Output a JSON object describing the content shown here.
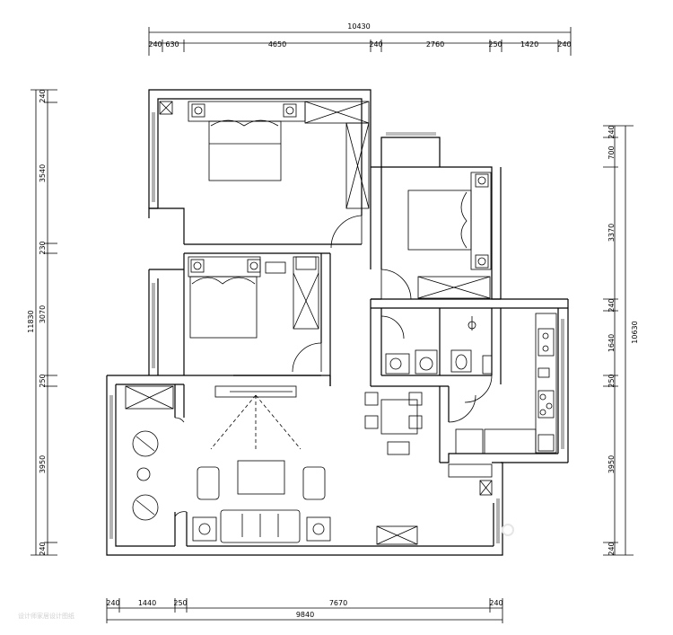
{
  "top_dims": {
    "total": "10430",
    "segments": [
      "240",
      "630",
      "4650",
      "240",
      "2760",
      "250",
      "1420",
      "240"
    ]
  },
  "bottom_dims": {
    "total": "9840",
    "segments": [
      "240",
      "1440",
      "250",
      "7670",
      "240"
    ]
  },
  "left_dims": {
    "total": "11830",
    "segments": [
      "240",
      "3540",
      "230",
      "3070",
      "250",
      "3950",
      "240"
    ]
  },
  "right_dims": {
    "total": "10630",
    "segments": [
      "240",
      "700",
      "3370",
      "240",
      "1640",
      "250",
      "3950",
      "240"
    ]
  },
  "watermark": "设计师家居设计图纸"
}
